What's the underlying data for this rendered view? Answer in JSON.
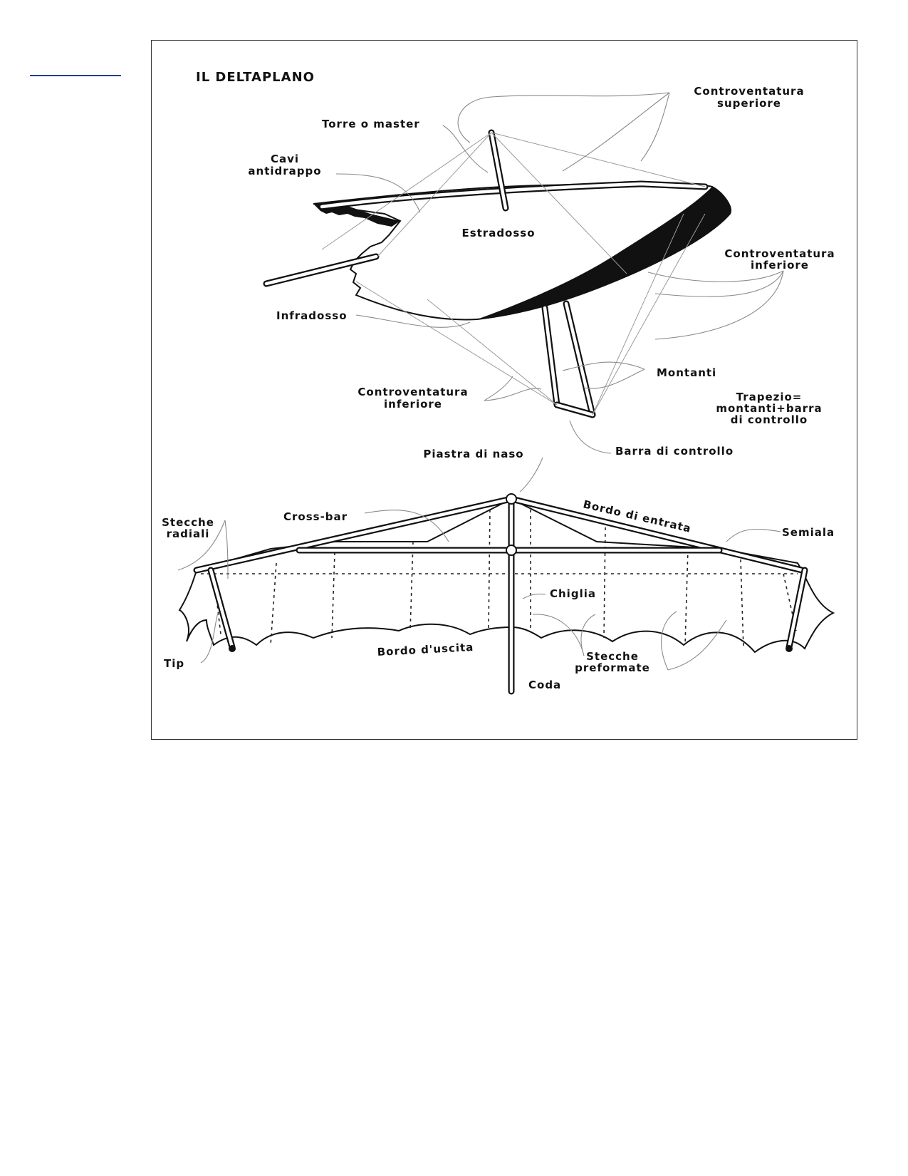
{
  "diagram": {
    "title": "IL DELTAPLANO",
    "top_view_labels": {
      "controventatura_superiore": [
        "Controventatura",
        "superiore"
      ],
      "torre_master": "Torre o master",
      "cavi_antidrappo": [
        "Cavi",
        "antidrappo"
      ],
      "estradosso": "Estradosso",
      "controventatura_inferiore_right": [
        "Controventatura",
        "inferiore"
      ],
      "infradosso": "Infradosso",
      "montanti": "Montanti",
      "controventatura_inferiore_left": [
        "Controventatura",
        "inferiore"
      ],
      "trapezio": [
        "Trapezio=",
        "montanti+barra",
        "di controllo"
      ],
      "barra_controllo": "Barra di controllo"
    },
    "plan_view_labels": {
      "piastra_naso": "Piastra di naso",
      "stecche_radiali": [
        "Stecche",
        "radiali"
      ],
      "cross_bar": "Cross-bar",
      "bordo_entrata": "Bordo di entrata",
      "semiala": "Semiala",
      "chiglia": "Chiglia",
      "tip": "Tip",
      "bordo_uscita": "Bordo d'uscita",
      "stecche_preformate": [
        "Stecche",
        "preformate"
      ],
      "coda": "Coda"
    }
  },
  "colors": {
    "ink": "#111111",
    "pointer": "#8a8a8a",
    "rule": "#1f3f8f"
  }
}
